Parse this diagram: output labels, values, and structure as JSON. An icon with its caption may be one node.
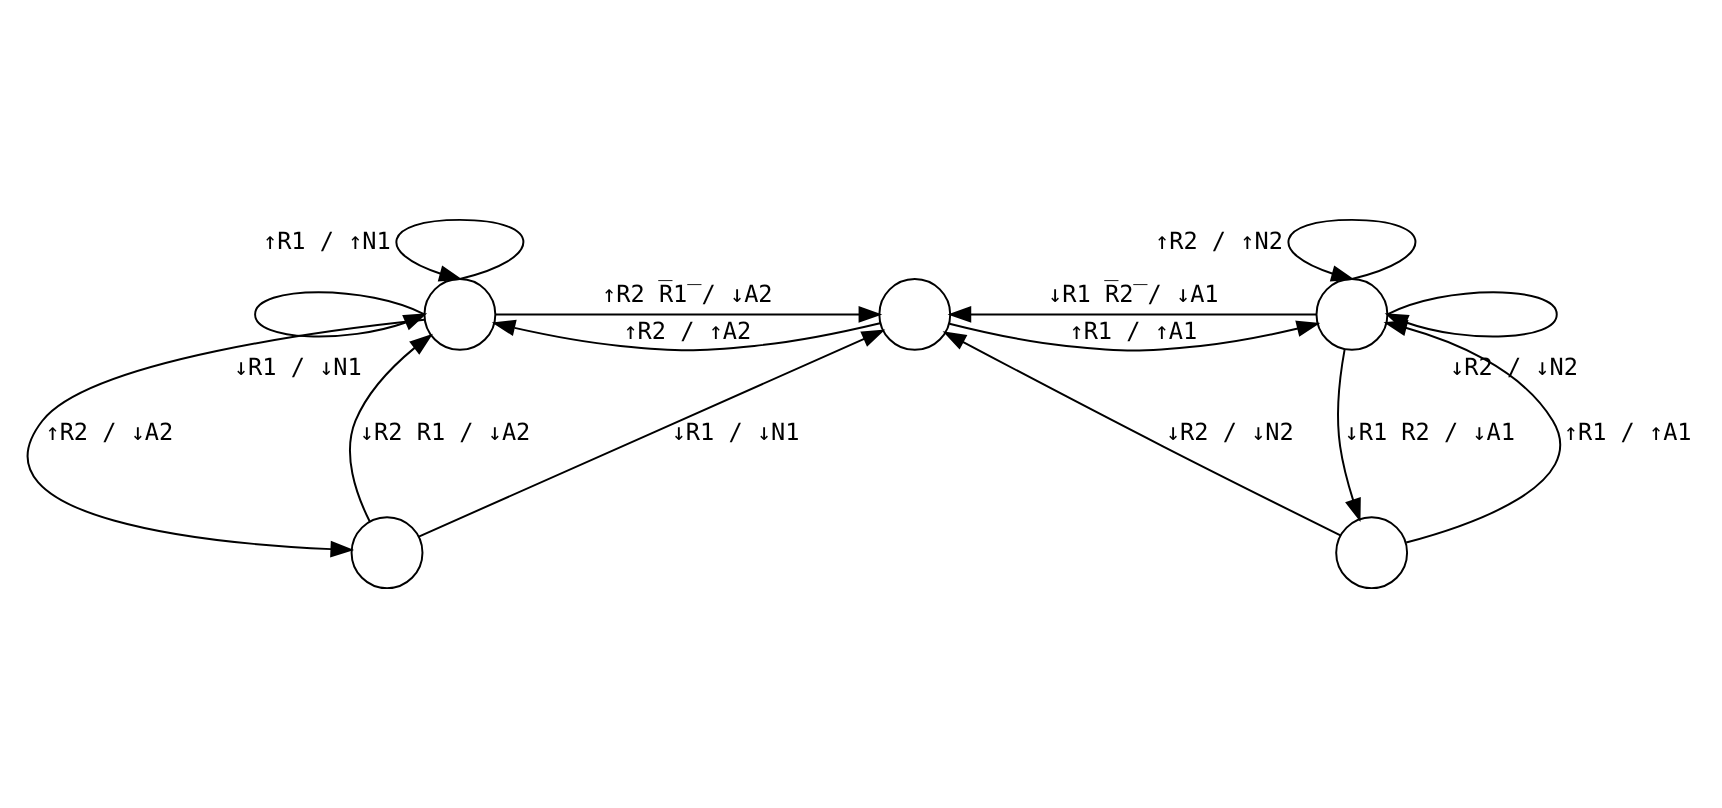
{
  "diagram": {
    "nodes": [
      {
        "text": [],
        "shape": "circle"
      },
      {
        "text": [],
        "shape": "circle"
      },
      {
        "text": [],
        "shape": "circle"
      },
      {
        "text": [],
        "shape": "circle"
      },
      {
        "text": [],
        "shape": "circle"
      }
    ],
    "edges": [
      {
        "from": 0,
        "to": 0,
        "arrow": "to",
        "label": "↑R1 / ↑N1"
      },
      {
        "from": 0,
        "to": 0,
        "arrow": "to",
        "label": "↓R1 / ↓N1"
      },
      {
        "from": 1,
        "to": 0,
        "arrow": "to",
        "label": "↑R2 / ↑A2"
      },
      {
        "from": 0,
        "to": 1,
        "arrow": "to",
        "label": "↑R2 R̅1̅ / ↓A2"
      },
      {
        "from": 0,
        "to": 3,
        "arrow": "to",
        "label": "↑R2 / ↓A2"
      },
      {
        "from": 3,
        "to": 0,
        "arrow": "to",
        "label": "↓R2 R1 / ↓A2"
      },
      {
        "from": 3,
        "to": 1,
        "arrow": "to",
        "label": "↓R1 / ↓N1"
      },
      {
        "from": 1,
        "to": 2,
        "arrow": "to",
        "label": "↑R1 / ↑A1"
      },
      {
        "from": 2,
        "to": 1,
        "arrow": "to",
        "label": "↓R1 R̅2̅ / ↓A1"
      },
      {
        "from": 2,
        "to": 2,
        "arrow": "to",
        "label": "↑R2 / ↑N2"
      },
      {
        "from": 2,
        "to": 2,
        "arrow": "to",
        "label": "↓R2 / ↓N2"
      },
      {
        "from": 4,
        "to": 1,
        "arrow": "to",
        "label": "↓R2 / ↓N2"
      },
      {
        "from": 2,
        "to": 4,
        "arrow": "to",
        "label": "↓R1 R2 / ↓A1"
      },
      {
        "from": 4,
        "to": 2,
        "arrow": "to",
        "label": "↑R1 / ↑A1"
      }
    ]
  }
}
